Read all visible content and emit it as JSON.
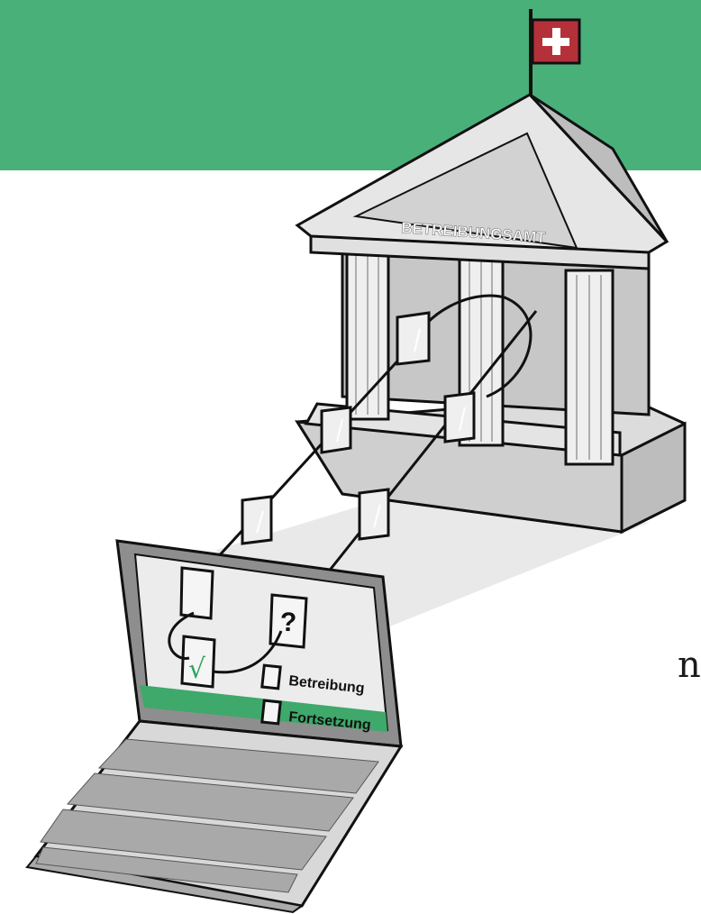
{
  "building": {
    "sign": "BETREIBUNGSAMT"
  },
  "laptop": {
    "options": [
      {
        "label": "Betreibung"
      },
      {
        "label": "Fortsetzung"
      }
    ],
    "question_mark": "?",
    "check_mark": "√"
  },
  "fragment_text": "n,",
  "colors": {
    "banner_green": "#49b07a",
    "flag_red": "#b5313a",
    "check_green": "#2fa35f"
  }
}
